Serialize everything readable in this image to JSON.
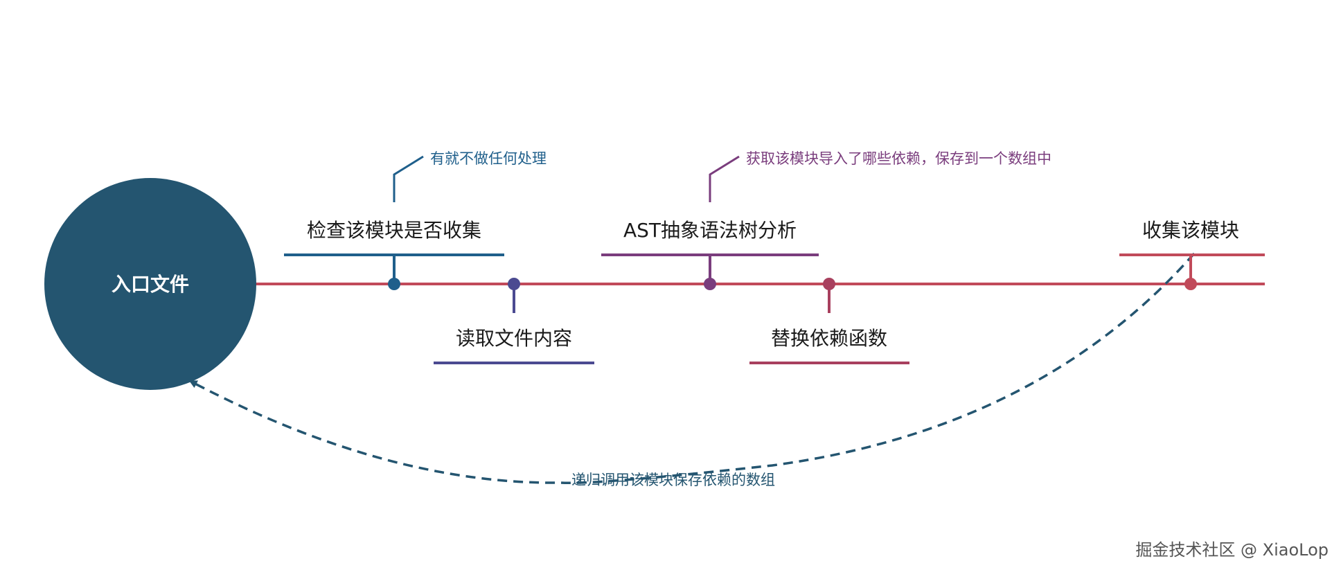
{
  "root": {
    "label": "入口文件",
    "color": "#245570"
  },
  "timeline_color": "#c14a5a",
  "steps": [
    {
      "label": "检查该模块是否收集",
      "color": "#1f5f8b",
      "note": "有就不做任何处理"
    },
    {
      "label": "读取文件内容",
      "color": "#4b4a91"
    },
    {
      "label": "AST抽象语法树分析",
      "color": "#7a3d7d",
      "note": "获取该模块导入了哪些依赖，保存到一个数组中"
    },
    {
      "label": "替换依赖函数",
      "color": "#a8405e"
    },
    {
      "label": "收集该模块",
      "color": "#c14a5a"
    }
  ],
  "recursion": {
    "label": "递归调用该模块保存依赖的数组",
    "color": "#245570"
  },
  "footer": {
    "text": "掘金技术社区 @ XiaoLop"
  }
}
